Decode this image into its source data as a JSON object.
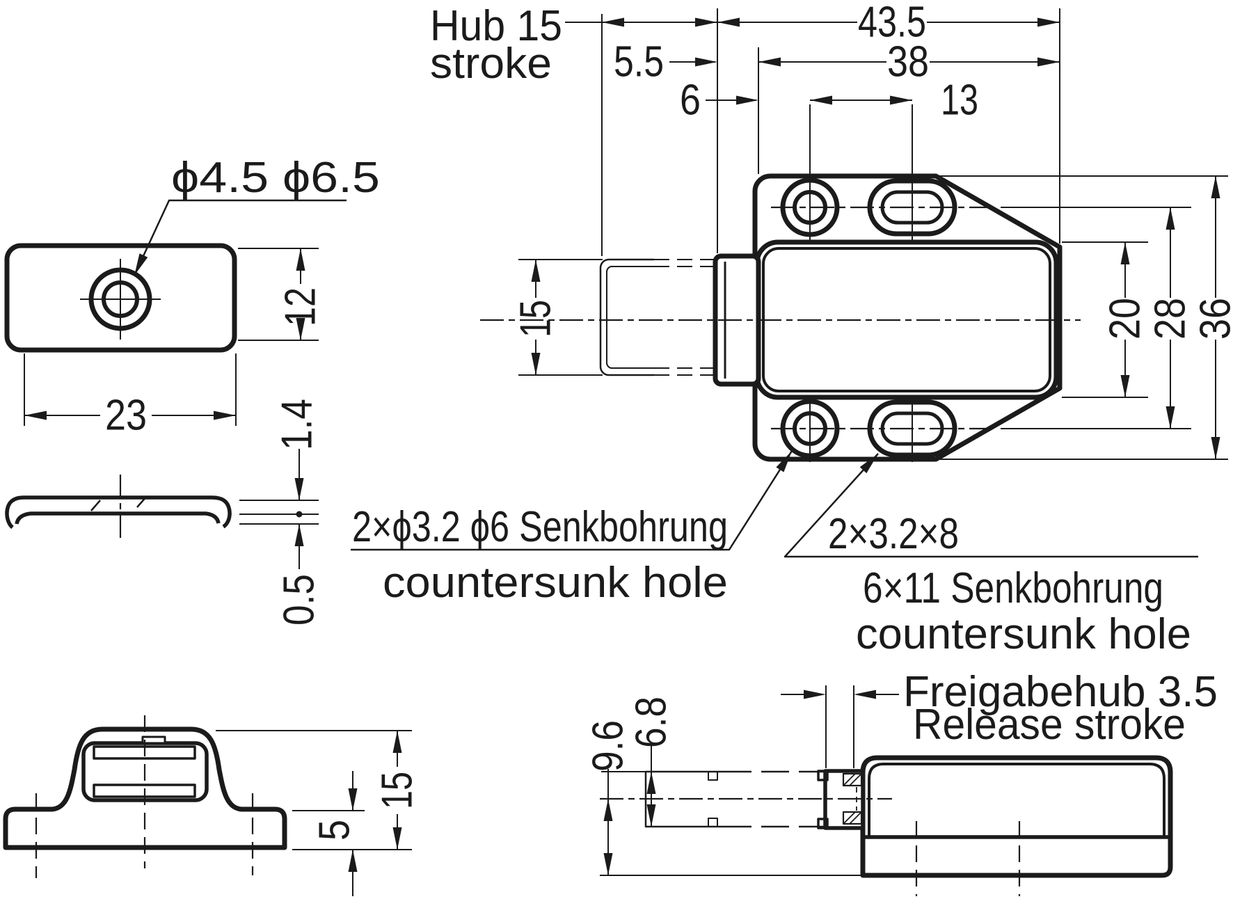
{
  "drawing": {
    "background": "#ffffff",
    "line_color": "#1b1b1b",
    "views": {
      "strike_plate_top": {
        "hole_label": "ϕ4.5 ϕ6.5",
        "dim_height": "12",
        "dim_width": "23"
      },
      "strike_plate_side": {
        "dim_thickness": "1.4",
        "dim_curl": "0.5"
      },
      "latch_rear": {
        "stroke_label_line1": "Hub 15",
        "stroke_label_line2": "stroke",
        "dim_total_width": "43.5",
        "dim_bushing_offset": "5.5",
        "dim_body_width": "38",
        "dim_hole_offset": "6",
        "dim_hole_spacing": "13",
        "dim_plunger_width": "15",
        "dim_body_height": "20",
        "dim_hole_row_spacing": "28",
        "dim_plate_height": "36",
        "annotation_round_hole": {
          "line1": "2×ϕ3.2 ϕ6 Senkbohrung",
          "line2": "countersunk hole"
        },
        "annotation_slot_hole": {
          "line1": "2×3.2×8",
          "line2": "6×11 Senkbohrung",
          "line3": "countersunk hole"
        }
      },
      "latch_front": {
        "dim_height": "15",
        "dim_base_height": "5"
      },
      "latch_side": {
        "dim_axis_height": "9.6",
        "dim_plunger_height": "6.8",
        "release_label_line1": "Freigabehub 3.5",
        "release_label_line2": "Release stroke"
      }
    }
  }
}
